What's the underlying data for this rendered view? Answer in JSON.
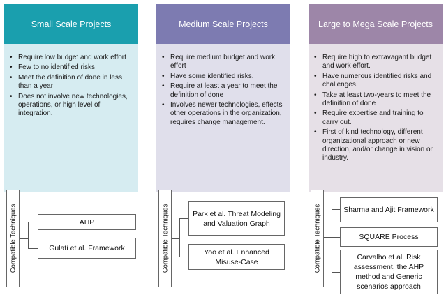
{
  "columns": [
    {
      "title": "Small Scale Projects",
      "bullets": [
        "Require low budget and work effort",
        "Few to no identified risks",
        "Meet the definition of done in less than a year",
        "Does not involve new technologies, operations, or high level of integration."
      ],
      "label": "Compatible Techniques",
      "techniques": [
        "AHP",
        "Gulati et al. Framework"
      ]
    },
    {
      "title": "Medium Scale Projects",
      "bullets": [
        "Require medium budget and work effort",
        "Have some identified risks.",
        "Require at least a year to meet the definition of done",
        "Involves newer technologies, effects other operations in the organization, requires change management."
      ],
      "label": "Compatible Techniques",
      "techniques": [
        "Park et al.  Threat Modeling and Valuation Graph",
        "Yoo et al.  Enhanced Misuse-Case"
      ]
    },
    {
      "title": "Large to Mega Scale Projects",
      "bullets": [
        "Require high to extravagant budget and work effort.",
        "Have numerous identified risks and challenges.",
        "Take at least two-years to meet the definition of done",
        " Require expertise and training to carry out.",
        "First of kind technology, different organizational approach or new direction, and/or change in vision or industry."
      ],
      "label": "Compatible Techniques",
      "techniques": [
        "Sharma and Ajit Framework",
        "SQUARE Process",
        "Carvalho et al. Risk assessment, the AHP method and Generic scenarios approach"
      ]
    }
  ]
}
